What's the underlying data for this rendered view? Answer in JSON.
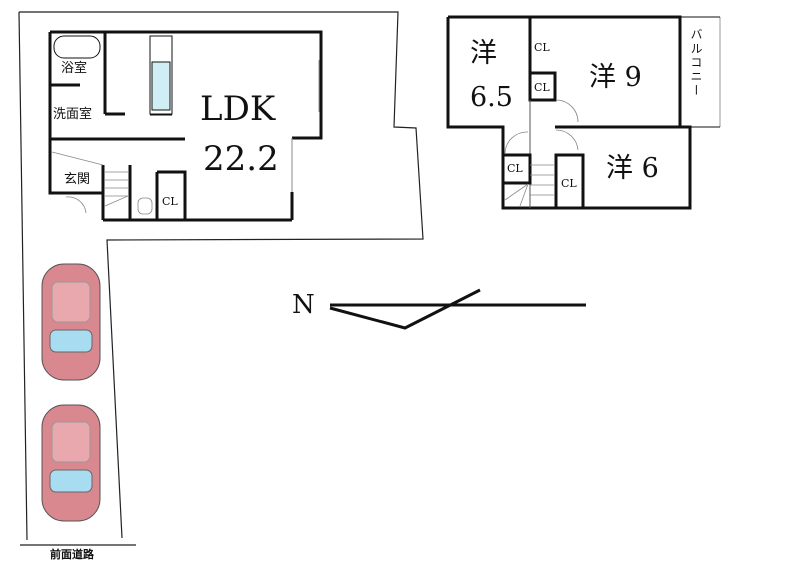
{
  "ground_floor": {
    "ldk_label": "LDK",
    "ldk_size": "22.2",
    "bathroom": "浴室",
    "washroom": "洗面室",
    "entrance": "玄関",
    "closet": "CL"
  },
  "second_floor": {
    "room_a_label": "洋",
    "room_a_size": "6.5",
    "room_b_label": "洋 9",
    "room_c_label": "洋 6",
    "balcony": "バルコニー",
    "closet": "CL"
  },
  "compass": {
    "north": "N"
  },
  "site": {
    "front_road": "前面道路"
  },
  "colors": {
    "car_body": "#d9888f",
    "car_glass": "#a8dcf0",
    "wall": "#111111"
  }
}
